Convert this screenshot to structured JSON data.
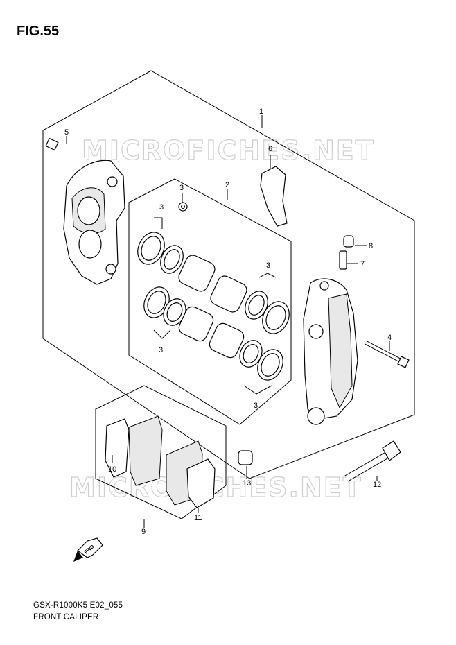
{
  "figure": {
    "title": "FIG.55",
    "model_code": "GSX-R1000K5 E02_055",
    "caption": "FRONT CALIPER",
    "watermark": "MICROFICHES.NET",
    "direction_label": "FWD"
  },
  "callouts": [
    {
      "id": "1",
      "label": "1"
    },
    {
      "id": "2",
      "label": "2"
    },
    {
      "id": "3a",
      "label": "3"
    },
    {
      "id": "3b",
      "label": "3"
    },
    {
      "id": "3c",
      "label": "3"
    },
    {
      "id": "3d",
      "label": "3"
    },
    {
      "id": "3e",
      "label": "3"
    },
    {
      "id": "4",
      "label": "4"
    },
    {
      "id": "5",
      "label": "5"
    },
    {
      "id": "6",
      "label": "6"
    },
    {
      "id": "7",
      "label": "7"
    },
    {
      "id": "8",
      "label": "8"
    },
    {
      "id": "9",
      "label": "9"
    },
    {
      "id": "10",
      "label": "10"
    },
    {
      "id": "11",
      "label": "11"
    },
    {
      "id": "12",
      "label": "12"
    },
    {
      "id": "13",
      "label": "13"
    }
  ]
}
